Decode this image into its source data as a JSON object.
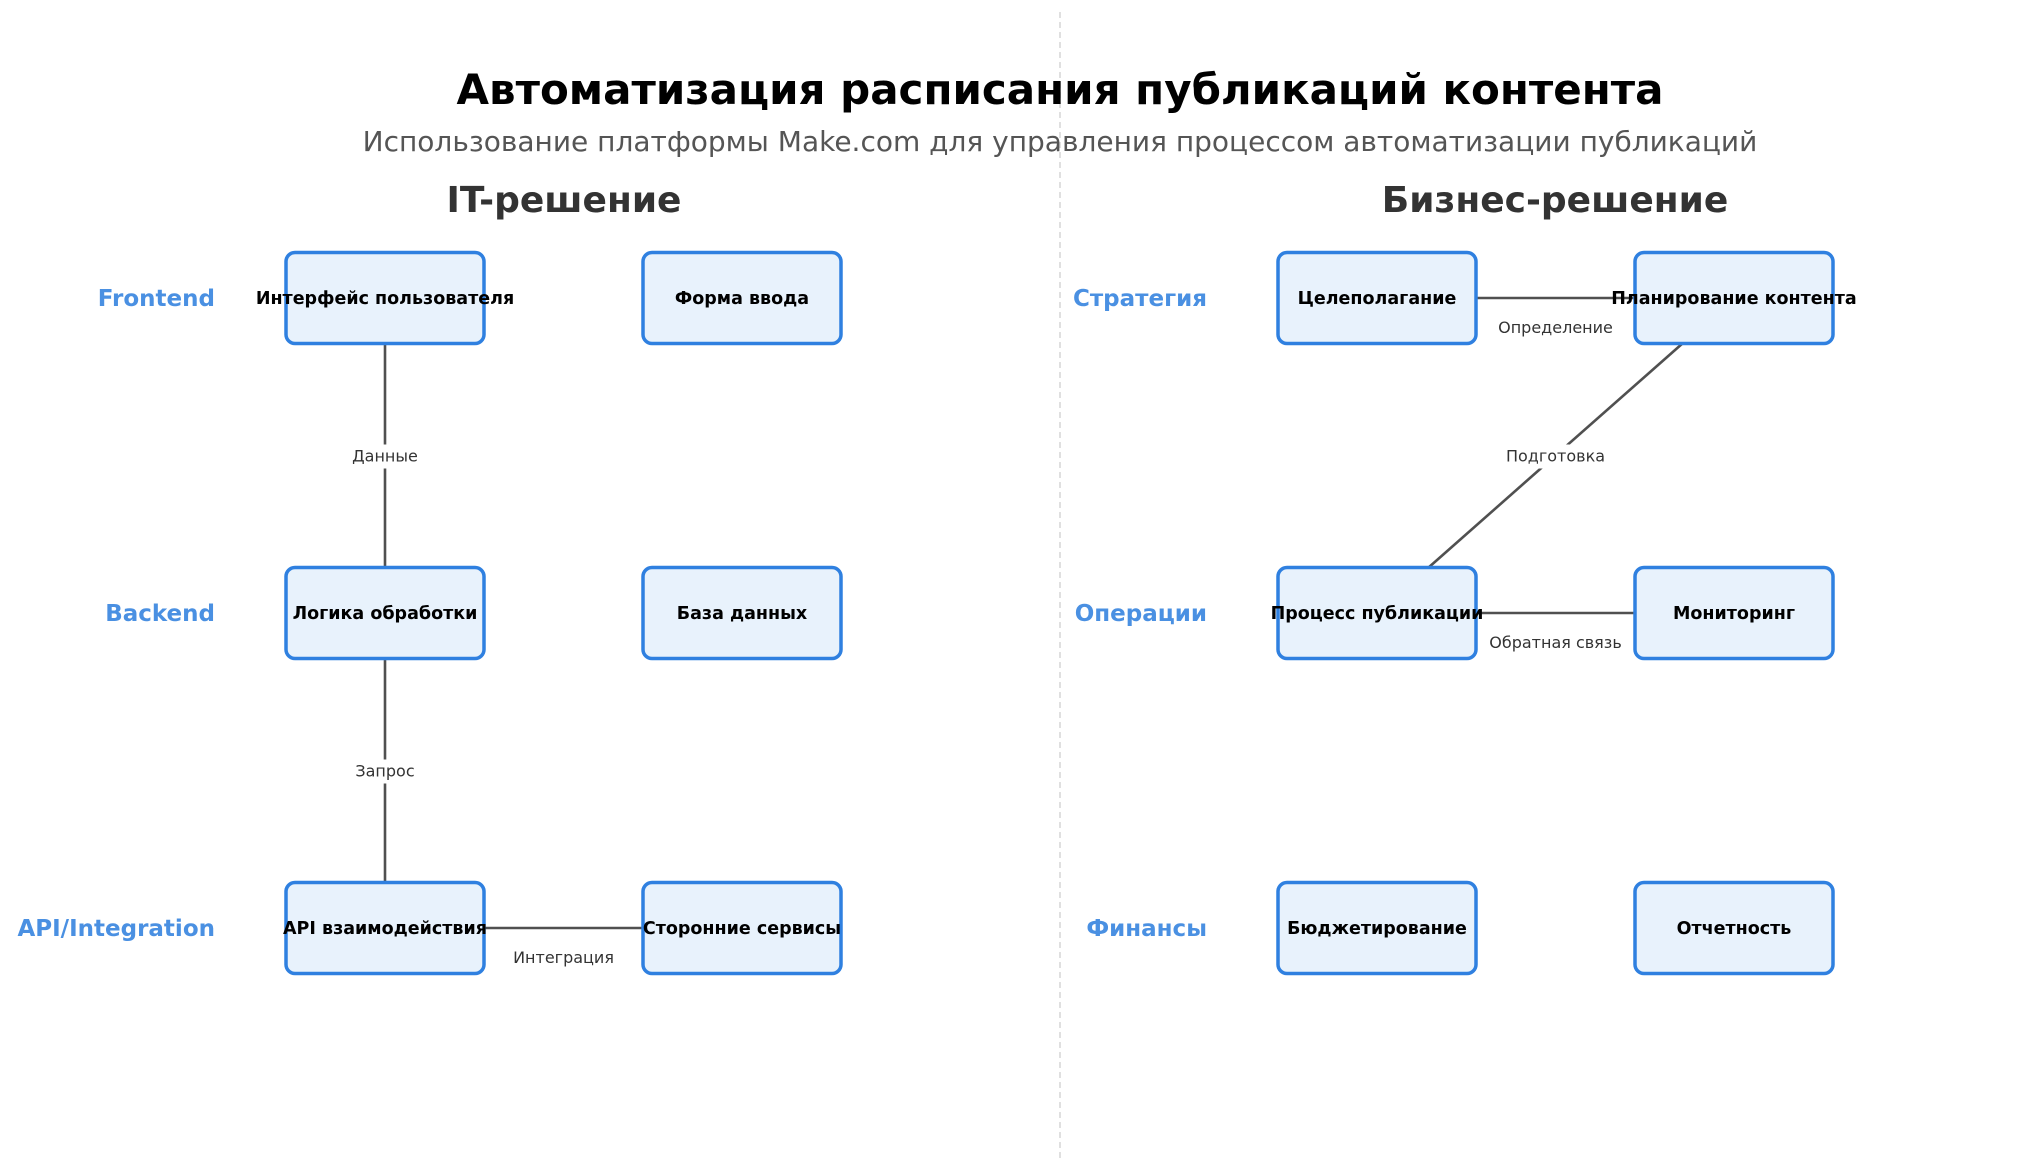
{
  "title": "Автоматизация расписания публикаций контента",
  "subtitle": "Использование платформы Make.com для управления процессом автоматизации публикаций",
  "colors": {
    "accent": "#4a90e2",
    "box_fill": "#e8f2fc",
    "box_border": "#2f80e0",
    "edge": "#505050"
  },
  "panels": [
    {
      "title": "IT-решение",
      "rows": [
        "Frontend",
        "Backend",
        "API/Integration"
      ],
      "nodes": [
        {
          "id": "ui",
          "label": "Интерфейс пользователя",
          "row": 0,
          "col": 0
        },
        {
          "id": "form",
          "label": "Форма ввода",
          "row": 0,
          "col": 1
        },
        {
          "id": "logic",
          "label": "Логика обработки",
          "row": 1,
          "col": 0
        },
        {
          "id": "db",
          "label": "База данных",
          "row": 1,
          "col": 1
        },
        {
          "id": "api",
          "label": "API взаимодействия",
          "row": 2,
          "col": 0
        },
        {
          "id": "ext",
          "label": "Сторонние сервисы",
          "row": 2,
          "col": 1
        }
      ],
      "edges": [
        {
          "from": "ui",
          "to": "logic",
          "label": "Данные"
        },
        {
          "from": "logic",
          "to": "api",
          "label": "Запрос"
        },
        {
          "from": "api",
          "to": "ext",
          "label": "Интеграция"
        }
      ]
    },
    {
      "title": "Бизнес-решение",
      "rows": [
        "Стратегия",
        "Операции",
        "Финансы"
      ],
      "nodes": [
        {
          "id": "goal",
          "label": "Целеполагание",
          "row": 0,
          "col": 0
        },
        {
          "id": "plan",
          "label": "Планирование контента",
          "row": 0,
          "col": 1
        },
        {
          "id": "pub",
          "label": "Процесс публикации",
          "row": 1,
          "col": 0
        },
        {
          "id": "mon",
          "label": "Мониторинг",
          "row": 1,
          "col": 1
        },
        {
          "id": "budget",
          "label": "Бюджетирование",
          "row": 2,
          "col": 0
        },
        {
          "id": "report",
          "label": "Отчетность",
          "row": 2,
          "col": 1
        }
      ],
      "edges": [
        {
          "from": "goal",
          "to": "plan",
          "label": "Определение"
        },
        {
          "from": "plan",
          "to": "pub",
          "label": "Подготовка"
        },
        {
          "from": "mon",
          "to": "pub",
          "label": "Обратная связь"
        }
      ]
    }
  ]
}
